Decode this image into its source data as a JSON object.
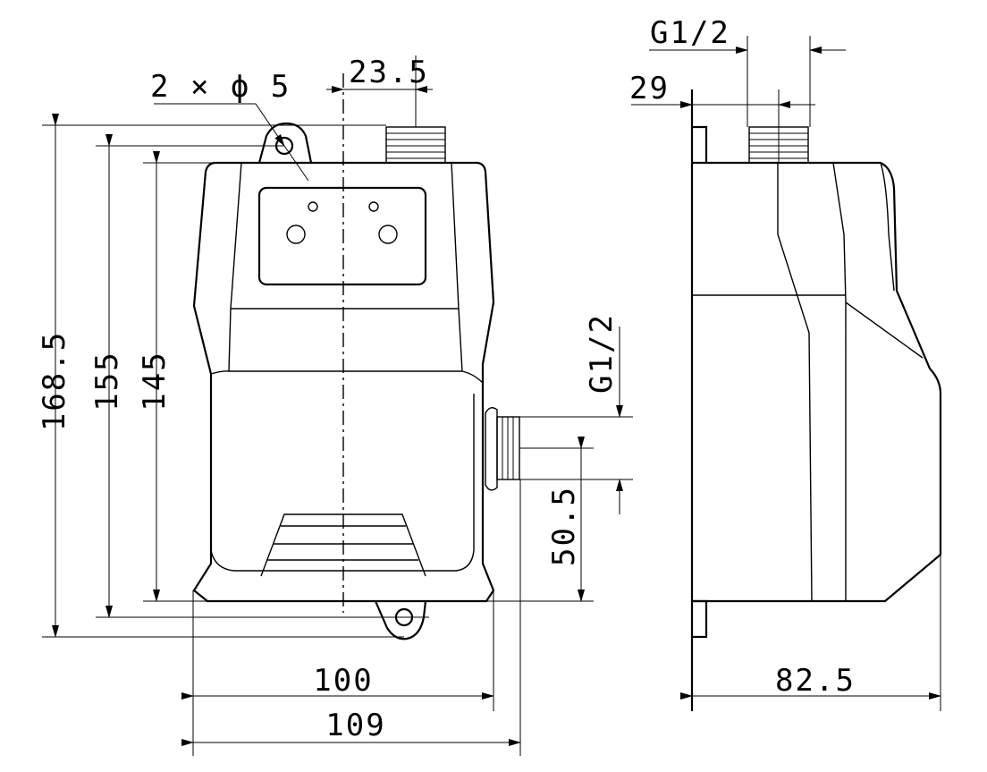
{
  "dimensions": {
    "holes": "2 × ϕ 5",
    "offset_top": "23.5",
    "height_total": "168.5",
    "height_mount": "155",
    "height_body": "145",
    "thread_side": "G1/2",
    "side_outlet_height": "50.5",
    "width_body": "100",
    "width_total": "109",
    "thread_top": "G1/2",
    "side_offset": "29",
    "depth": "82.5"
  }
}
